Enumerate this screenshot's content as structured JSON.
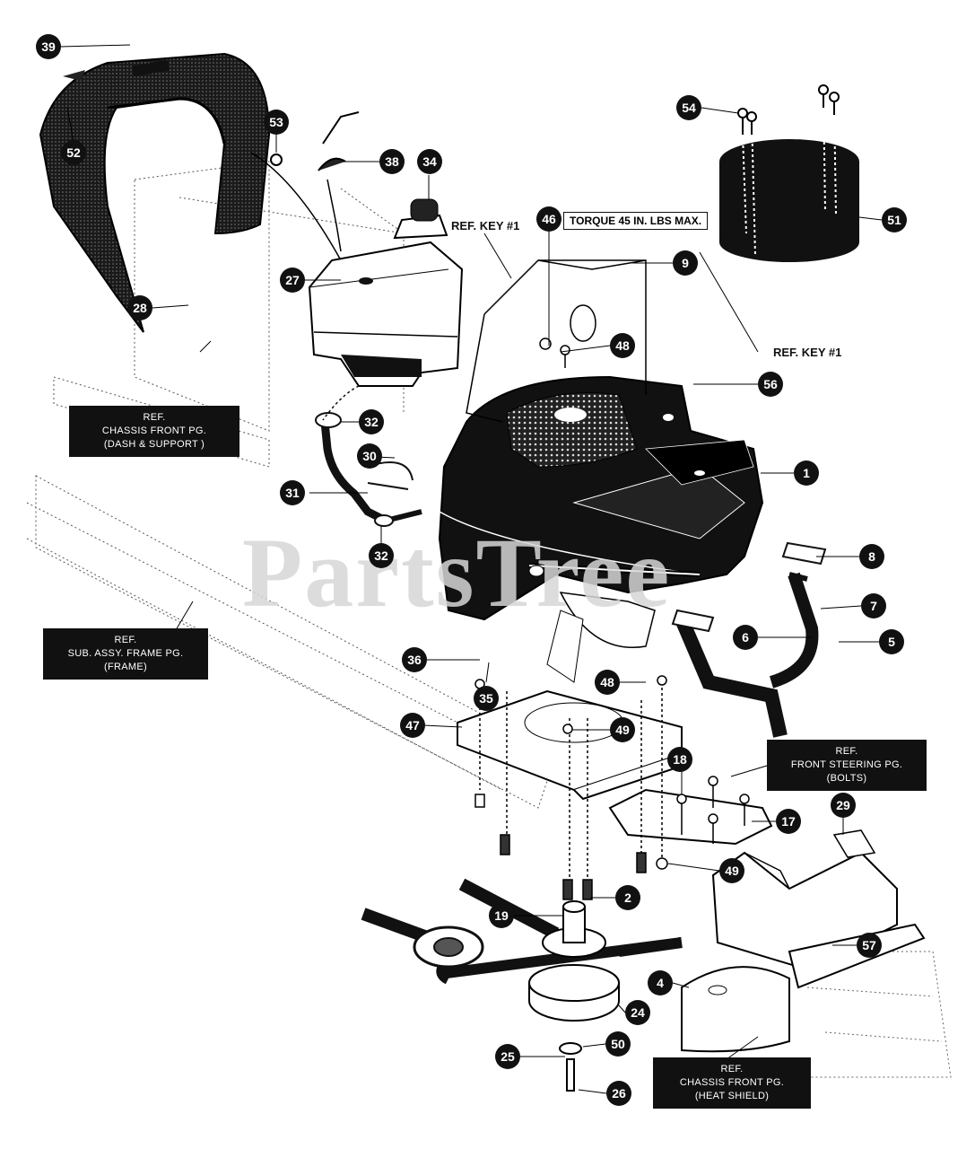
{
  "watermark": "PartsTree",
  "notes": {
    "torque": "TORQUE 45 IN. LBS MAX.",
    "ref_key_1_top": "REF. KEY #1",
    "ref_key_1_right": "REF. KEY #1"
  },
  "ref_boxes": {
    "chassis_dash": [
      "REF.",
      "CHASSIS FRONT PG.",
      "(DASH & SUPPORT )"
    ],
    "sub_frame": [
      "REF.",
      "SUB. ASSY. FRAME PG.",
      "(FRAME)"
    ],
    "front_steering": [
      "REF.",
      "FRONT STEERING PG.",
      "(BOLTS)"
    ],
    "chassis_heat": [
      "REF.",
      "CHASSIS FRONT PG.",
      "(HEAT SHIELD)"
    ]
  },
  "callouts": {
    "c39": "39",
    "c52": "52",
    "c53": "53",
    "c38": "38",
    "c34": "34",
    "c27": "27",
    "c28": "28",
    "c46": "46",
    "c9": "9",
    "c54": "54",
    "c51": "51",
    "c48a": "48",
    "c56": "56",
    "c32a": "32",
    "c30": "30",
    "c31": "31",
    "c32b": "32",
    "c1": "1",
    "c8": "8",
    "c7": "7",
    "c6": "6",
    "c5": "5",
    "c36": "36",
    "c35": "35",
    "c48b": "48",
    "c47": "47",
    "c49a": "49",
    "c18": "18",
    "c17": "17",
    "c29": "29",
    "c49b": "49",
    "c2": "2",
    "c19": "19",
    "c57": "57",
    "c4": "4",
    "c24": "24",
    "c50": "50",
    "c25": "25",
    "c26": "26"
  }
}
